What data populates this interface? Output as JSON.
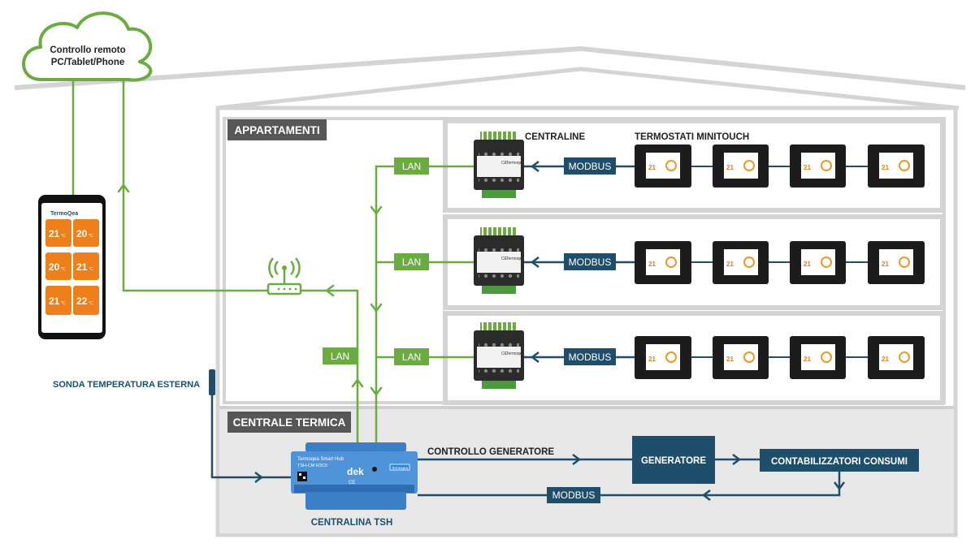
{
  "cloud": {
    "line1": "Controllo remoto",
    "line2": "PC/Tablet/Phone"
  },
  "sections": {
    "apartments": "APPARTAMENTI",
    "boiler_room": "CENTRALE TERMICA"
  },
  "headers": {
    "controllers": "CENTRALINE",
    "thermostats": "TERMOSTATI MINITOUCH"
  },
  "labels": {
    "lan": "LAN",
    "modbus": "MODBUS",
    "outdoor_probe": "SONDA TEMPERATURA ESTERNA",
    "generator_control": "CONTROLLO GENERATORE",
    "generator": "GENERATORE",
    "meters": "CONTABILIZZATORI CONSUMI",
    "hub_caption": "CENTRALINA TSH"
  },
  "hub": {
    "brand": "Termoqea Smart Hub",
    "model": "TSH-CM R3C0",
    "logo": "dek",
    "ce": "CE",
    "chip": "Termoqea"
  },
  "module": {
    "ce": "CE",
    "brand": "Termoqea"
  },
  "phone": {
    "app": "TermoQea",
    "tiles": [
      {
        "value": "21",
        "unit": "°C"
      },
      {
        "value": "20",
        "unit": "°C"
      },
      {
        "value": "20",
        "unit": "°C"
      },
      {
        "value": "21",
        "unit": "°C"
      },
      {
        "value": "21",
        "unit": "°C"
      },
      {
        "value": "22",
        "unit": "°C"
      }
    ]
  },
  "thermostat": {
    "reading": "21"
  },
  "colors": {
    "green": "#6aac3f",
    "navy": "#1e4e6a",
    "gray": "#575757",
    "wall": "#cfcfcf"
  }
}
